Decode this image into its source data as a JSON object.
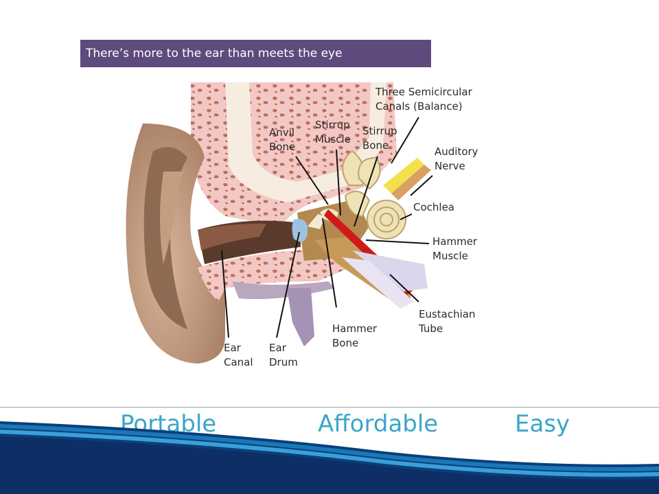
{
  "slide": {
    "title": "There’s more to the ear than meets the eye",
    "title_bg": "#5e4a7c",
    "tagline_color": "#3aa6c8",
    "taglines": [
      "Portable",
      "Affordable",
      "Easy"
    ]
  },
  "diagram": {
    "labels": {
      "semicircular_1": "Three Semicircular",
      "semicircular_2": "Canals (Balance)",
      "anvil_1": "Anvil",
      "anvil_2": "Bone",
      "stirrup_muscle_1": "Stirrup",
      "stirrup_muscle_2": "Muscle",
      "stirrup_bone_1": "Stirrup",
      "stirrup_bone_2": "Bone",
      "auditory_1": "Auditory",
      "auditory_2": "Nerve",
      "cochlea": "Cochlea",
      "hammer_muscle_1": "Hammer",
      "hammer_muscle_2": "Muscle",
      "eustachian_1": "Eustachian",
      "eustachian_2": "Tube",
      "hammer_bone_1": "Hammer",
      "hammer_bone_2": "Bone",
      "ear_canal_1": "Ear",
      "ear_canal_2": "Canal",
      "ear_drum_1": "Ear",
      "ear_drum_2": "Drum"
    }
  }
}
